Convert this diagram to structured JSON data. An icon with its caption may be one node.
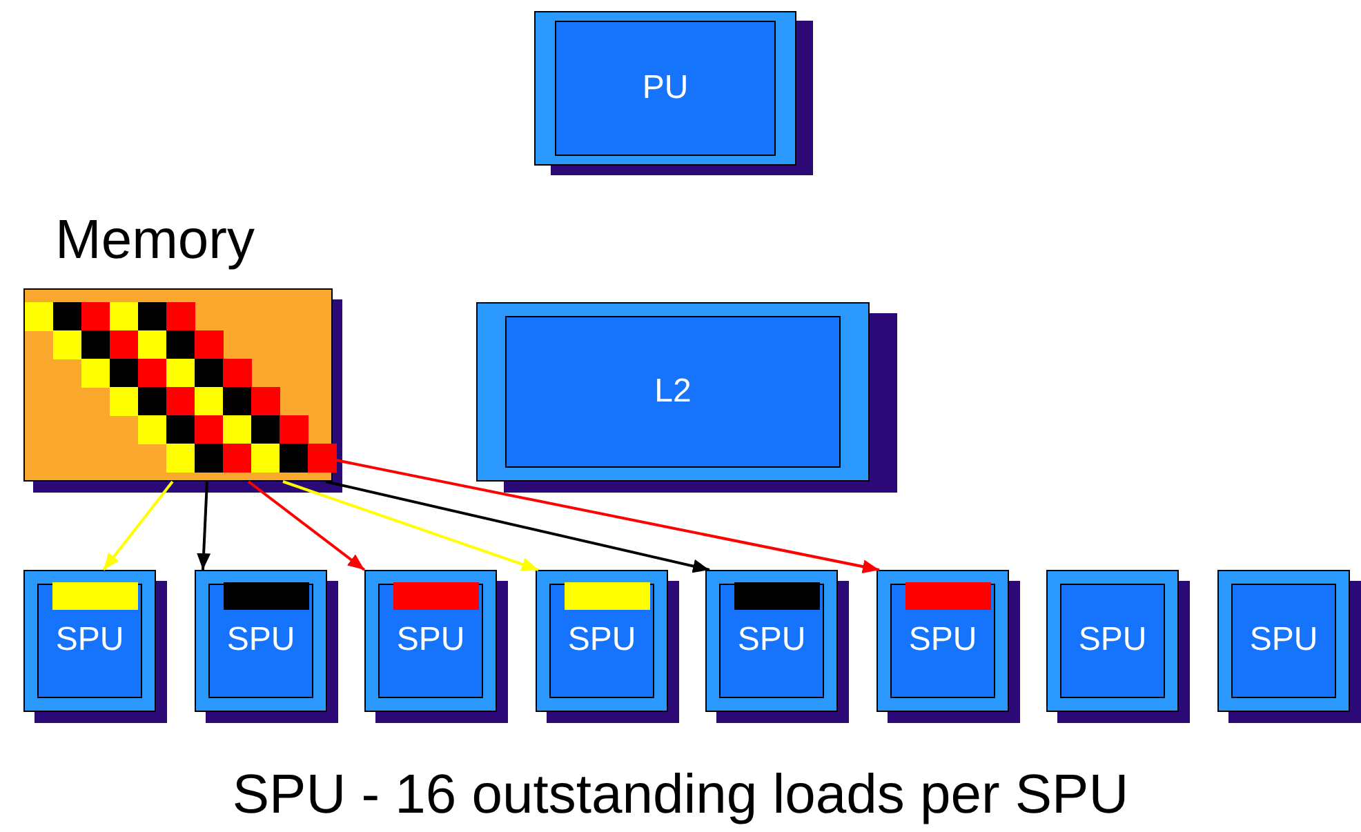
{
  "diagram": {
    "caption": "SPU - 16 outstanding loads per SPU",
    "nodes": [
      {
        "text": [
          "PU"
        ]
      },
      {
        "text": [
          "Memory"
        ]
      },
      {
        "text": [
          "L2"
        ]
      },
      {
        "text": [
          "SPU"
        ]
      },
      {
        "text": [
          "SPU"
        ]
      },
      {
        "text": [
          "SPU"
        ]
      },
      {
        "text": [
          "SPU"
        ]
      },
      {
        "text": [
          "SPU"
        ]
      },
      {
        "text": [
          "SPU"
        ]
      },
      {
        "text": [
          "SPU"
        ]
      },
      {
        "text": [
          "SPU"
        ]
      }
    ],
    "edges": [
      {
        "from": 1,
        "to": 3,
        "arrow": "to",
        "color": "#ffff00"
      },
      {
        "from": 1,
        "to": 4,
        "arrow": "to",
        "color": "#000000"
      },
      {
        "from": 1,
        "to": 5,
        "arrow": "to",
        "color": "#ff0000"
      },
      {
        "from": 1,
        "to": 6,
        "arrow": "to",
        "color": "#ffff00"
      },
      {
        "from": 1,
        "to": 7,
        "arrow": "to",
        "color": "#000000"
      },
      {
        "from": 1,
        "to": 8,
        "arrow": "to",
        "color": "#ff0000"
      }
    ]
  }
}
